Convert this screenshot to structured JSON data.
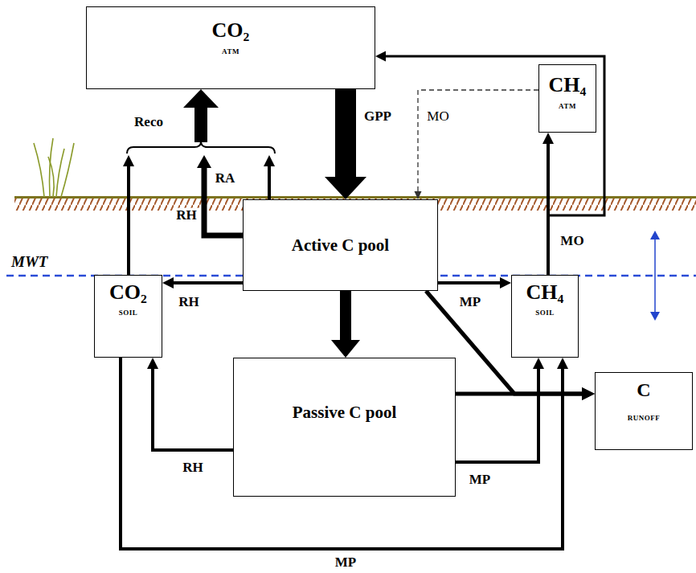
{
  "diagram": {
    "nodes": [
      {
        "text": [
          "CO₂",
          "ATM"
        ]
      },
      {
        "text": [
          "CH₄",
          "ATM"
        ]
      },
      {
        "text": [
          "Active C pool"
        ]
      },
      {
        "text": [
          "CO₂",
          "SOIL"
        ]
      },
      {
        "text": [
          "CH₄",
          "SOIL"
        ]
      },
      {
        "text": [
          "Passive C pool"
        ]
      },
      {
        "text": [
          "C",
          "RUNOFF"
        ]
      }
    ],
    "edges": [
      {
        "from": 0,
        "to": 2,
        "label": "GPP",
        "arrow": "to"
      },
      {
        "from": 2,
        "to": 0,
        "label": "RH",
        "arrow": "to"
      },
      {
        "from": 2,
        "to": 0,
        "label": "RA",
        "arrow": "to"
      },
      {
        "from": 3,
        "to": 0,
        "arrow": "to"
      },
      {
        "from": 2,
        "to": 3,
        "label": "RH",
        "arrow": "to"
      },
      {
        "from": 2,
        "to": 4,
        "label": "MP",
        "arrow": "to"
      },
      {
        "from": 2,
        "to": 5,
        "arrow": "to"
      },
      {
        "from": 2,
        "to": 6,
        "arrow": "to"
      },
      {
        "from": 5,
        "to": 6,
        "arrow": "to"
      },
      {
        "from": 5,
        "to": 3,
        "label": "RH",
        "arrow": "to"
      },
      {
        "from": 5,
        "to": 4,
        "label": "MP",
        "arrow": "to"
      },
      {
        "from": 3,
        "to": 4,
        "label": "MP",
        "arrow": "to"
      },
      {
        "from": 4,
        "to": 1,
        "label": "MO",
        "arrow": "to"
      },
      {
        "from": 4,
        "to": 0,
        "arrow": "to"
      },
      {
        "from": 1,
        "to": 2,
        "label": "MO",
        "arrow": "to"
      }
    ],
    "labels": [
      "Reco",
      "MWT"
    ]
  }
}
